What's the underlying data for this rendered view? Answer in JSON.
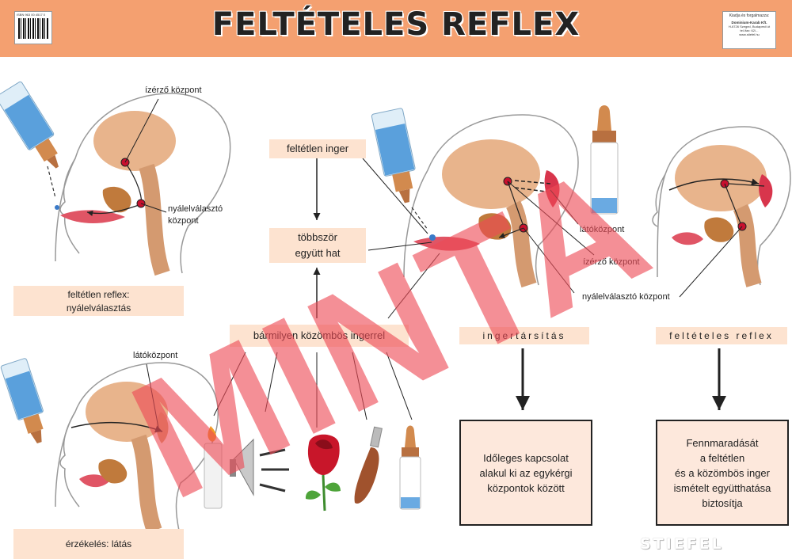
{
  "title": "FELTÉTELES REFLEX",
  "barcode_number": "ISBN 963 00 4517 0",
  "publisher": {
    "top": "Kiadja és forgalmazza:",
    "name": "Dominium-Karab Kft.",
    "address": "H-6726 Szeged, Budapesti út",
    "phone": "tel./fax: 62/...",
    "web": "www.stiefel.hu"
  },
  "labels": {
    "izerzo_kozpont_top": "ízérző központ",
    "nyalelvalaszto_kozpont_top": "nyálelválasztó",
    "nyalelvalaszto_kozpont_top2": "központ",
    "latokozpont_left": "látóközpont",
    "latokozpont_right": "látóközpont",
    "izerzo_kozpont_right": "ízérző központ",
    "nyalelvalaszto_kozpont_right": "nyálelválasztó központ"
  },
  "boxes": {
    "feltetlen_inger": "feltétlen inger",
    "tobbszor_1": "többször",
    "tobbszor_2": "együtt hat",
    "barmilyen": "bármilyen közömbös ingerrel",
    "feltetlen_reflex_1": "feltétlen reflex:",
    "feltetlen_reflex_2": "nyálelválasztás",
    "erzekeles": "érzékelés: látás",
    "ingertarsitas": "ingertársítás",
    "felteteles_reflex": "feltételes reflex"
  },
  "info_boxes": {
    "ideiglenes": [
      "Időleges kapcsolat",
      "alakul ki az egykérgi",
      "központok között"
    ],
    "fennmaradas": [
      "Fennmaradását",
      "a feltétlen",
      "és a közömbös inger",
      "ismételt együtthatása",
      "biztosítja"
    ]
  },
  "watermark": "MINTA",
  "brand": "STIEFEL",
  "colors": {
    "header": "#f4a070",
    "label_box": "#fde3d0",
    "brain": "#e8b48c",
    "watermark": "#ee4b55",
    "center_dot": "#c8102e"
  }
}
